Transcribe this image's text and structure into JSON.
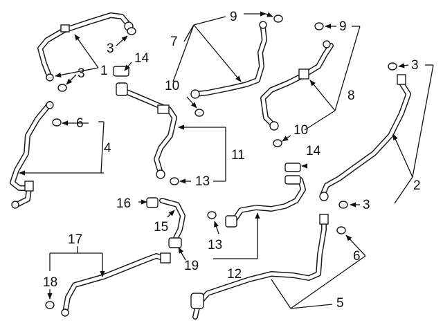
{
  "diagram": {
    "callouts": {
      "c1": "1",
      "c2": "2",
      "c3a": "3",
      "c3b": "3",
      "c3c": "3",
      "c3d": "3",
      "c4": "4",
      "c5": "5",
      "c6a": "6",
      "c6b": "6",
      "c7": "7",
      "c8": "8",
      "c9a": "9",
      "c9b": "9",
      "c10a": "10",
      "c10b": "10",
      "c11": "11",
      "c12": "12",
      "c13a": "13",
      "c13b": "13",
      "c14a": "14",
      "c14b": "14",
      "c15": "15",
      "c16": "16",
      "c17": "17",
      "c18": "18",
      "c19": "19"
    }
  }
}
